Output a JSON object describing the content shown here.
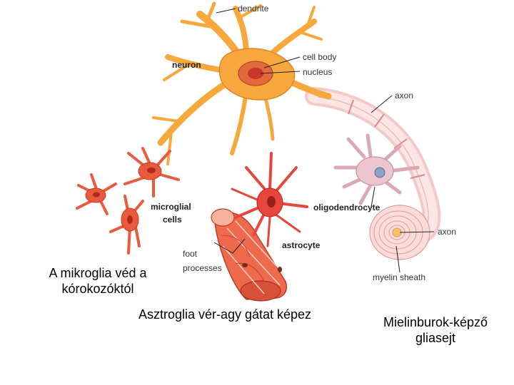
{
  "labels": {
    "dendrite": "dendrite",
    "neuron": "neuron",
    "cell_body": "cell body",
    "nucleus": "nucleus",
    "axon_top": "axon",
    "microglial_1": "microglial",
    "microglial_2": "cells",
    "oligodendrocyte": "oligodendrocyte",
    "axon_bottom": "axon",
    "astrocyte": "astrocyte",
    "foot_1": "foot",
    "foot_2": "processes",
    "myelin_sheath": "myelin sheath"
  },
  "captions": {
    "microglia_line1": "A mikroglia véd a",
    "microglia_line2": "kórokozóktól",
    "astroglia": "Asztroglia vér-agy gátat képez",
    "myelin_line1": "Mielinburok-képző",
    "myelin_line2": "gliasejt"
  },
  "colors": {
    "neuron": "#f6a83c",
    "neuron_dark": "#e2852a",
    "nucleus": "#d9442c",
    "microglia": "#ea5a3c",
    "astrocyte": "#e8453c",
    "vessel": "#ef6a4c",
    "oligodendrocyte": "#ecc6cf",
    "myelin": "#f6c9c4"
  }
}
